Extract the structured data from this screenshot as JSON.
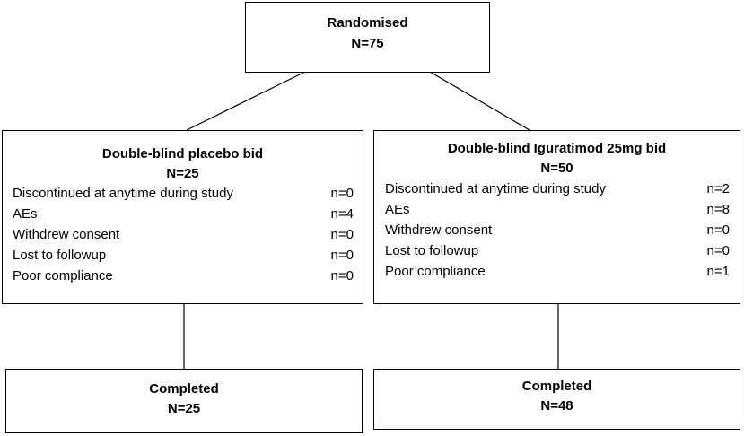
{
  "randomised": {
    "title": "Randomised",
    "n": "N=75"
  },
  "placebo": {
    "title": "Double-blind placebo bid",
    "n": "N=25",
    "rows": [
      {
        "label": "Discontinued at anytime during study",
        "value": "n=0"
      },
      {
        "label": "AEs",
        "value": "n=4"
      },
      {
        "label": "Withdrew consent",
        "value": "n=0"
      },
      {
        "label": "Lost to followup",
        "value": "n=0"
      },
      {
        "label": "Poor compliance",
        "value": "n=0"
      }
    ]
  },
  "iguratimod": {
    "title": "Double-blind Iguratimod 25mg bid",
    "n": "N=50",
    "rows": [
      {
        "label": "Discontinued at anytime during study",
        "value": "n=2"
      },
      {
        "label": "AEs",
        "value": "n=8"
      },
      {
        "label": "Withdrew consent",
        "value": "n=0"
      },
      {
        "label": "Lost to followup",
        "value": "n=0"
      },
      {
        "label": "Poor compliance",
        "value": "n=1"
      }
    ]
  },
  "completed_placebo": {
    "title": "Completed",
    "n": "N=25"
  },
  "completed_iguratimod": {
    "title": "Completed",
    "n": "N=48"
  }
}
